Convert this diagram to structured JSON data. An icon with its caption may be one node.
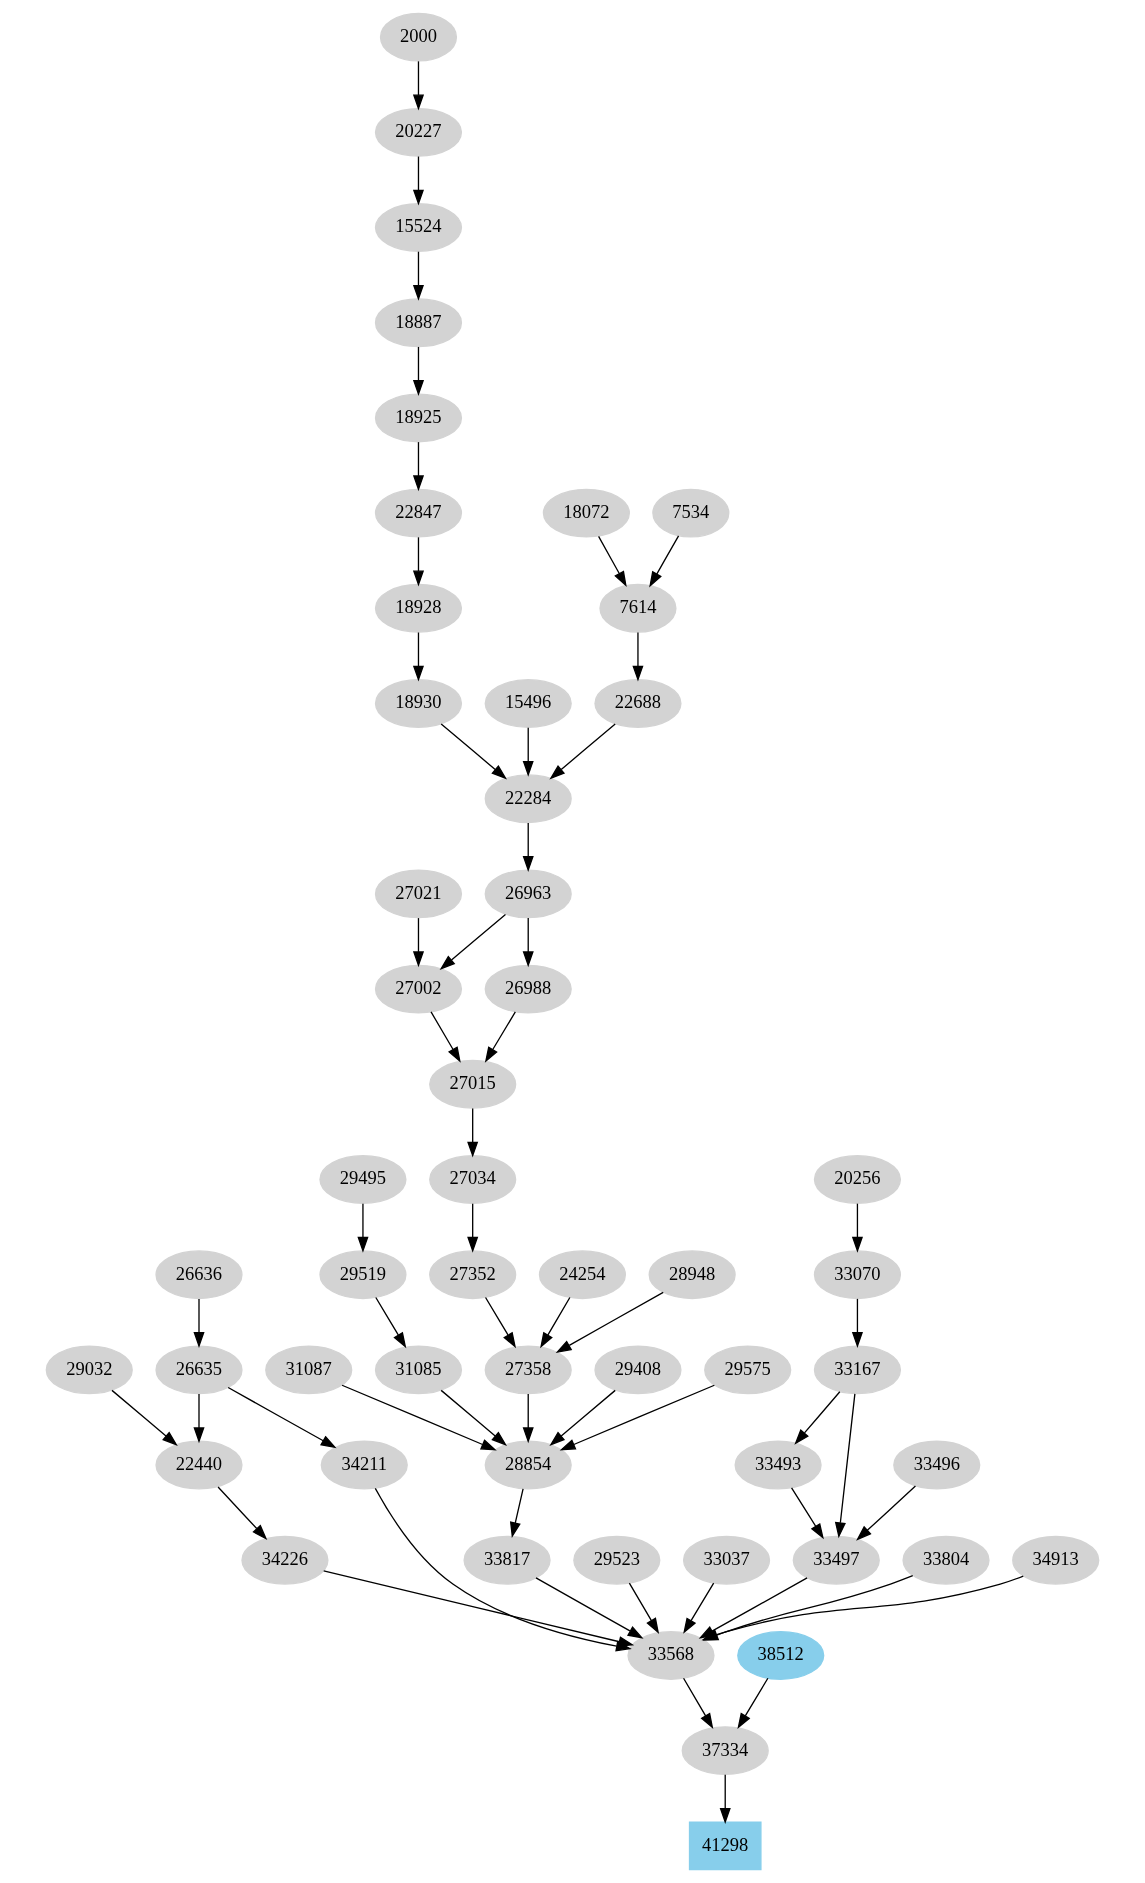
{
  "diagram": {
    "nodes": [
      {
        "text": [
          "2000"
        ]
      },
      {
        "text": [
          "20227"
        ]
      },
      {
        "text": [
          "15524"
        ]
      },
      {
        "text": [
          "18887"
        ]
      },
      {
        "text": [
          "18925"
        ]
      },
      {
        "text": [
          "22847"
        ]
      },
      {
        "text": [
          "7534"
        ]
      },
      {
        "text": [
          "18072"
        ]
      },
      {
        "text": [
          "18928"
        ]
      },
      {
        "text": [
          "7614"
        ]
      },
      {
        "text": [
          "15496"
        ]
      },
      {
        "text": [
          "18930"
        ]
      },
      {
        "text": [
          "22688"
        ]
      },
      {
        "text": [
          "22284"
        ]
      },
      {
        "text": [
          "27021"
        ]
      },
      {
        "text": [
          "26963"
        ]
      },
      {
        "text": [
          "27002"
        ]
      },
      {
        "text": [
          "26988"
        ]
      },
      {
        "text": [
          "27015"
        ]
      },
      {
        "text": [
          "20256"
        ]
      },
      {
        "text": [
          "27034"
        ]
      },
      {
        "text": [
          "29495"
        ]
      },
      {
        "text": [
          "33070"
        ]
      },
      {
        "text": [
          "24254"
        ]
      },
      {
        "text": [
          "27352"
        ]
      },
      {
        "text": [
          "28948"
        ]
      },
      {
        "text": [
          "29519"
        ]
      },
      {
        "text": [
          "26636"
        ]
      },
      {
        "text": [
          "33167"
        ]
      },
      {
        "text": [
          "27358"
        ]
      },
      {
        "text": [
          "29408"
        ]
      },
      {
        "text": [
          "29575"
        ]
      },
      {
        "text": [
          "31085"
        ]
      },
      {
        "text": [
          "31087"
        ]
      },
      {
        "text": [
          "29032"
        ]
      },
      {
        "text": [
          "26635"
        ]
      },
      {
        "text": [
          "33493"
        ]
      },
      {
        "text": [
          "33496"
        ]
      },
      {
        "text": [
          "28854"
        ]
      },
      {
        "text": [
          "22440"
        ]
      },
      {
        "text": [
          "34211"
        ]
      },
      {
        "text": [
          "29523"
        ]
      },
      {
        "text": [
          "33037"
        ]
      },
      {
        "text": [
          "33497"
        ]
      },
      {
        "text": [
          "33804"
        ]
      },
      {
        "text": [
          "33817"
        ]
      },
      {
        "text": [
          "34226"
        ]
      },
      {
        "text": [
          "34913"
        ]
      },
      {
        "text": [
          "38512"
        ]
      },
      {
        "text": [
          "33568"
        ]
      },
      {
        "text": [
          "37334"
        ]
      },
      {
        "text": [
          "41298"
        ]
      }
    ],
    "edges": [
      {
        "from": 0,
        "to": 1,
        "arrow": "to"
      },
      {
        "from": 1,
        "to": 2,
        "arrow": "to"
      },
      {
        "from": 2,
        "to": 3,
        "arrow": "to"
      },
      {
        "from": 3,
        "to": 4,
        "arrow": "to"
      },
      {
        "from": 4,
        "to": 5,
        "arrow": "to"
      },
      {
        "from": 5,
        "to": 8,
        "arrow": "to"
      },
      {
        "from": 8,
        "to": 11,
        "arrow": "to"
      },
      {
        "from": 6,
        "to": 9,
        "arrow": "to"
      },
      {
        "from": 7,
        "to": 9,
        "arrow": "to"
      },
      {
        "from": 9,
        "to": 12,
        "arrow": "to"
      },
      {
        "from": 10,
        "to": 13,
        "arrow": "to"
      },
      {
        "from": 11,
        "to": 13,
        "arrow": "to"
      },
      {
        "from": 12,
        "to": 13,
        "arrow": "to"
      },
      {
        "from": 13,
        "to": 15,
        "arrow": "to"
      },
      {
        "from": 14,
        "to": 16,
        "arrow": "to"
      },
      {
        "from": 15,
        "to": 16,
        "arrow": "to"
      },
      {
        "from": 15,
        "to": 17,
        "arrow": "to"
      },
      {
        "from": 16,
        "to": 18,
        "arrow": "to"
      },
      {
        "from": 17,
        "to": 18,
        "arrow": "to"
      },
      {
        "from": 18,
        "to": 20,
        "arrow": "to"
      },
      {
        "from": 20,
        "to": 24,
        "arrow": "to"
      },
      {
        "from": 19,
        "to": 22,
        "arrow": "to"
      },
      {
        "from": 22,
        "to": 28,
        "arrow": "to"
      },
      {
        "from": 23,
        "to": 29,
        "arrow": "to"
      },
      {
        "from": 24,
        "to": 29,
        "arrow": "to"
      },
      {
        "from": 25,
        "to": 29,
        "arrow": "to"
      },
      {
        "from": 21,
        "to": 26,
        "arrow": "to"
      },
      {
        "from": 26,
        "to": 32,
        "arrow": "to"
      },
      {
        "from": 27,
        "to": 35,
        "arrow": "to"
      },
      {
        "from": 28,
        "to": 36,
        "arrow": "to"
      },
      {
        "from": 28,
        "to": 43,
        "arrow": "to"
      },
      {
        "from": 29,
        "to": 38,
        "arrow": "to"
      },
      {
        "from": 30,
        "to": 38,
        "arrow": "to"
      },
      {
        "from": 31,
        "to": 38,
        "arrow": "to"
      },
      {
        "from": 32,
        "to": 38,
        "arrow": "to"
      },
      {
        "from": 33,
        "to": 38,
        "arrow": "to"
      },
      {
        "from": 34,
        "to": 39,
        "arrow": "to"
      },
      {
        "from": 35,
        "to": 39,
        "arrow": "to"
      },
      {
        "from": 35,
        "to": 40,
        "arrow": "to"
      },
      {
        "from": 36,
        "to": 43,
        "arrow": "to"
      },
      {
        "from": 37,
        "to": 43,
        "arrow": "to"
      },
      {
        "from": 38,
        "to": 45,
        "arrow": "to"
      },
      {
        "from": 39,
        "to": 46,
        "arrow": "to"
      },
      {
        "from": 40,
        "to": 49,
        "arrow": "to"
      },
      {
        "from": 41,
        "to": 49,
        "arrow": "to"
      },
      {
        "from": 42,
        "to": 49,
        "arrow": "to"
      },
      {
        "from": 43,
        "to": 49,
        "arrow": "to"
      },
      {
        "from": 44,
        "to": 49,
        "arrow": "to"
      },
      {
        "from": 45,
        "to": 49,
        "arrow": "to"
      },
      {
        "from": 46,
        "to": 49,
        "arrow": "to"
      },
      {
        "from": 47,
        "to": 49,
        "arrow": "to"
      },
      {
        "from": 48,
        "to": 50,
        "arrow": "to"
      },
      {
        "from": 49,
        "to": 50,
        "arrow": "to"
      },
      {
        "from": 50,
        "to": 51,
        "arrow": "to"
      }
    ]
  }
}
